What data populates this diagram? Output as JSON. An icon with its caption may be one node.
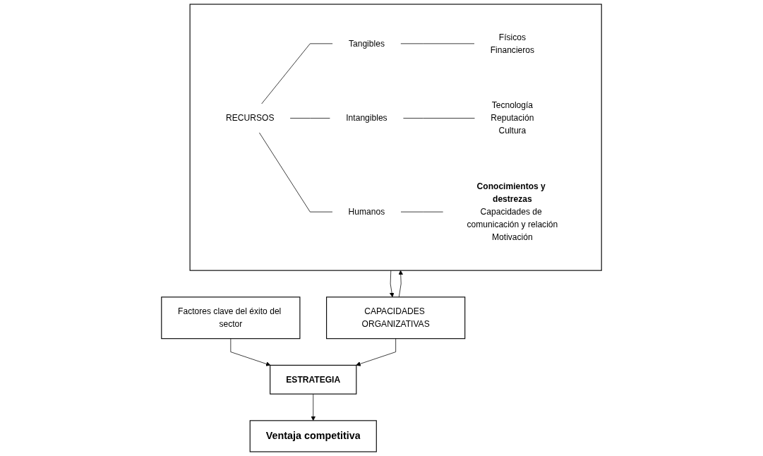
{
  "diagram": {
    "nodes": [
      {
        "text": [
          "Ventaja competitiva"
        ]
      },
      {
        "text": [
          "ESTRATEGIA"
        ]
      },
      {
        "text": [
          "Factores clave del éxito del sector"
        ]
      },
      {
        "text": [
          "CAPACIDADES ORGANIZATIVAS"
        ]
      },
      {
        "text": [],
        "shape": "box"
      },
      {
        "text": [
          "RECURSOS"
        ],
        "in": 4
      },
      {
        "text": [
          "Tangibles"
        ],
        "in": 4
      },
      {
        "text": [
          "Intangibles"
        ],
        "in": 4
      },
      {
        "text": [
          "Humanos"
        ],
        "in": 4
      },
      {
        "text": [
          "Físicos",
          "Financieros"
        ],
        "in": 4
      },
      {
        "text": [
          "Tecnología",
          "Reputación",
          "Cultura"
        ],
        "in": 4
      },
      {
        "text": [
          "Conocimientos y destrezas",
          "Capacidades de comunicación y relación",
          "Motivación"
        ],
        "in": 4
      }
    ],
    "edges": [
      {
        "from": 1,
        "to": 0,
        "arrow": "to"
      },
      {
        "from": 2,
        "to": 1,
        "arrow": "to"
      },
      {
        "from": 3,
        "to": 1,
        "arrow": "to"
      },
      {
        "from": 4,
        "to": 3,
        "arrow": "to"
      },
      {
        "from": 3,
        "to": 4,
        "arrow": "to"
      },
      {
        "from": 5,
        "to": 6,
        "arrow": "none"
      },
      {
        "from": 5,
        "to": 7,
        "arrow": "none"
      },
      {
        "from": 5,
        "to": 8,
        "arrow": "none"
      },
      {
        "from": 6,
        "to": 9,
        "arrow": "none"
      },
      {
        "from": 7,
        "to": 10,
        "arrow": "none"
      },
      {
        "from": 8,
        "to": 11,
        "arrow": "none"
      }
    ]
  }
}
